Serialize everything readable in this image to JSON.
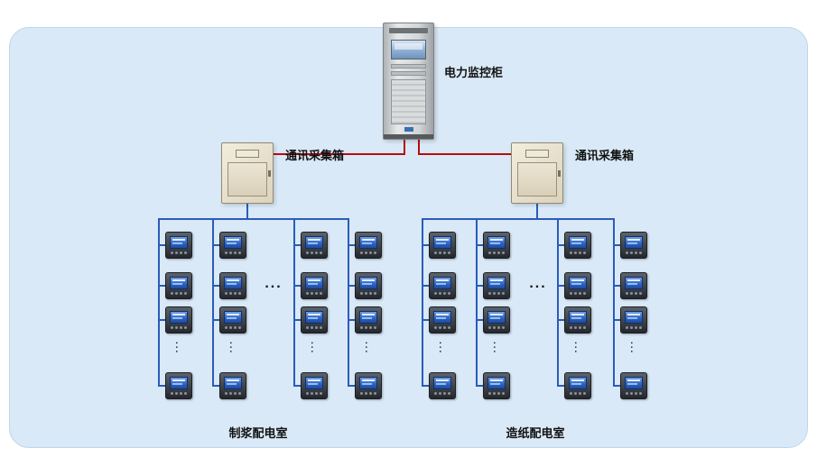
{
  "cabinet": {
    "label": "电力监控柜"
  },
  "collector_left": {
    "label": "通讯采集箱"
  },
  "collector_right": {
    "label": "通讯采集箱"
  },
  "groups": [
    {
      "label": "制浆配电室",
      "ellipsis": "...",
      "col_dots": "..."
    },
    {
      "label": "造纸配电室",
      "ellipsis": "...",
      "col_dots": "..."
    }
  ],
  "colors": {
    "red_line": "#b80d0d",
    "blue_line": "#2a5cb8",
    "panel_bg": "#d9e9f7",
    "panel_border": "#bcd6ec",
    "meter_screen": "#2c62c2"
  }
}
